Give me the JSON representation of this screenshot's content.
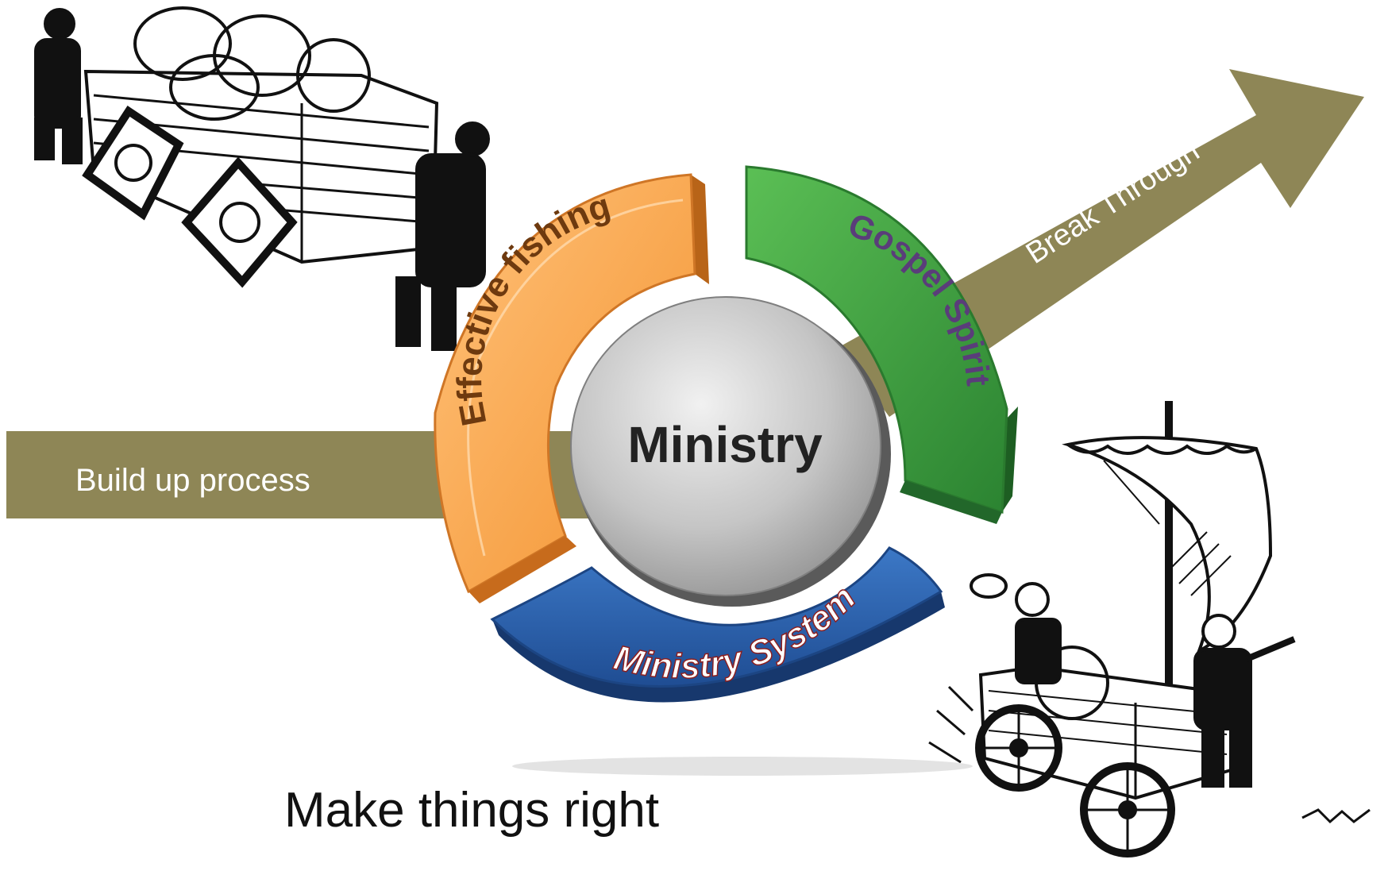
{
  "diagram": {
    "center_label": "Ministry",
    "segments": [
      {
        "label": "Effective fishing",
        "color": "#f7943a"
      },
      {
        "label": "Gospel Spirit",
        "color": "#3f9a3c"
      },
      {
        "label": "Ministry System",
        "color": "#2d5fa8"
      }
    ],
    "input_arrow_label": "Build up process",
    "output_arrow_label": "Break Through",
    "arrow_color": "#8e8656",
    "caption": "Make things right"
  },
  "illustrations": {
    "left": "cart-with-square-wheels-illustration",
    "right": "sailing-cart-with-round-wheels-illustration"
  }
}
